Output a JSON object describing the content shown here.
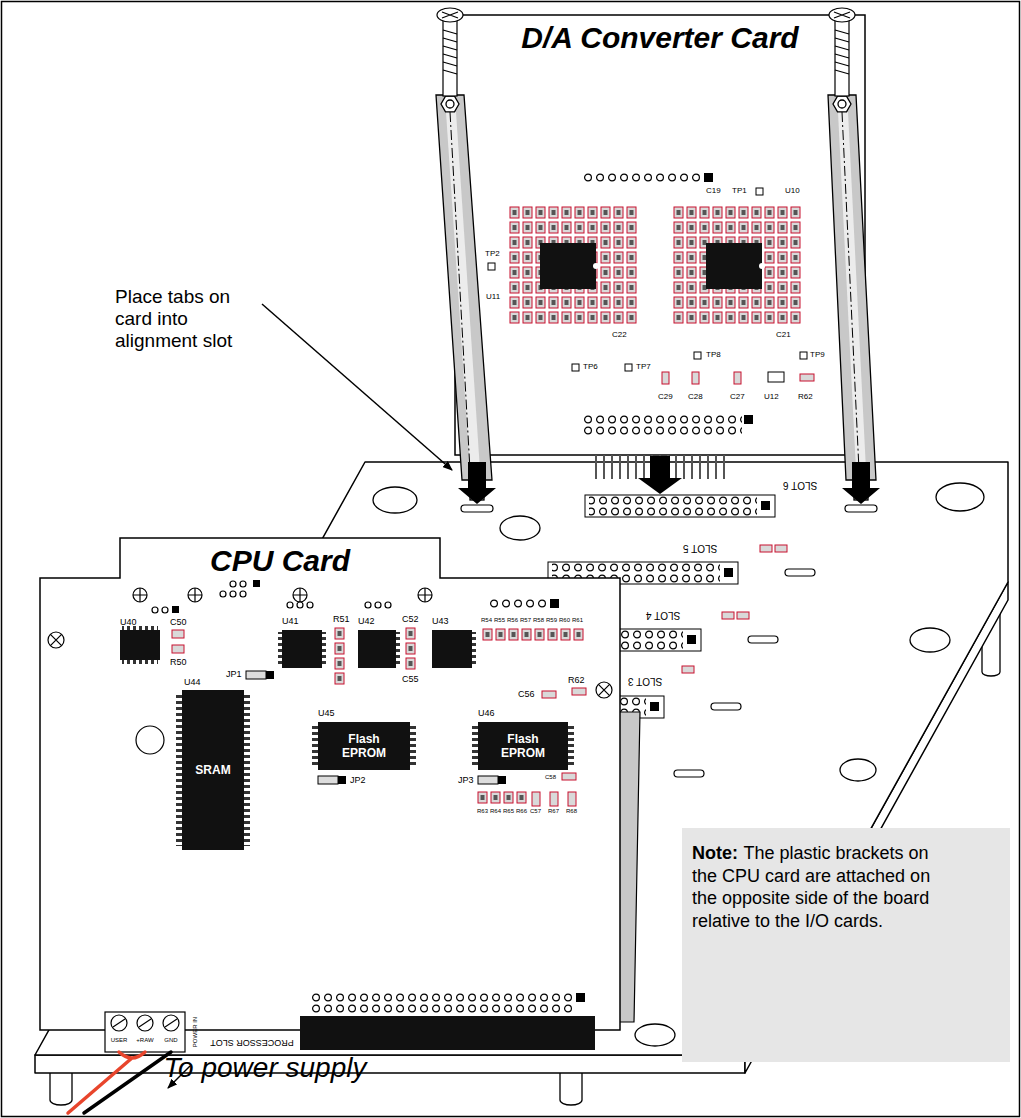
{
  "diagram": {
    "nodes": [
      {
        "text": [
          "D/A Converter Card"
        ]
      },
      {
        "text": [
          "CPU Card"
        ]
      },
      {
        "text": [
          "SRAM"
        ],
        "in": 1
      },
      {
        "text": [
          "Flash EPROM"
        ],
        "in": 1
      },
      {
        "text": [
          "Flash EPROM"
        ],
        "in": 1
      },
      {
        "text": [
          "Note:",
          "The plastic brackets on the CPU card are attached on the opposite side of the board relative to the I/O cards."
        ]
      }
    ],
    "labels": [
      "Place tabs on card into alignment slot",
      "To power supply",
      "SLOT 6",
      "SLOT 5",
      "SLOT 4",
      "SLOT 3",
      "PROCESSOR SLOT",
      "USER",
      "+RAW",
      "GND",
      "POWER IN",
      "U40",
      "C50",
      "R50",
      "JP1",
      "U41",
      "R51",
      "U42",
      "C52",
      "U43",
      "C55",
      "R54",
      "R55",
      "R56",
      "R57",
      "R58",
      "R59",
      "R60",
      "R61",
      "U44",
      "U45",
      "U46",
      "JP2",
      "JP3",
      "C56",
      "R62",
      "R63",
      "R64",
      "R65",
      "R66",
      "C57",
      "R67",
      "R68",
      "C58",
      "C19",
      "TP1",
      "U10",
      "TP2",
      "U11",
      "C22",
      "C21",
      "TP8",
      "TP6",
      "TP7",
      "TP9",
      "C29",
      "C28",
      "C27",
      "U12",
      "R62"
    ]
  }
}
